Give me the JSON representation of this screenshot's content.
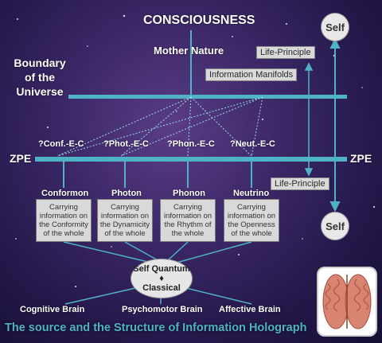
{
  "title": "CONSCIOUSNESS",
  "mother_nature": "Mother Nature",
  "life_principle_top": "Life-Principle",
  "information_manifolds": "Information Manifolds",
  "boundary_label": [
    "Boundary",
    "of the",
    "Universe"
  ],
  "zpe_left": "ZPE",
  "zpe_right": "ZPE",
  "coupling_labels": [
    "?Conf.-E-C",
    "?Phot.-E-C",
    "?Phon.-E-C",
    "?Neut.-E-C"
  ],
  "life_principle_mid": "Life-Principle",
  "self_top": "Self",
  "self_bottom": "Self",
  "particles": [
    {
      "name": "Conformon",
      "text": "Carrying information on the Conformity of the whole"
    },
    {
      "name": "Photon",
      "text": "Carrying information on the Dynamicity of the whole"
    },
    {
      "name": "Phonon",
      "text": "Carrying information on the Rhythm of the whole"
    },
    {
      "name": "Neutrino",
      "text": "Carrying information on the Openness of the whole"
    }
  ],
  "self_quantum": "Self Quantum",
  "diamond": "♦",
  "classical": "Classical",
  "brains": [
    "Cognitive Brain",
    "Psychomotor Brain",
    "Affective Brain"
  ],
  "footer": "The source and the Structure of Information Holograph",
  "colors": {
    "line": "#4fb3c6",
    "footer": "#4fb3c6",
    "box": "#d9d9d9"
  }
}
